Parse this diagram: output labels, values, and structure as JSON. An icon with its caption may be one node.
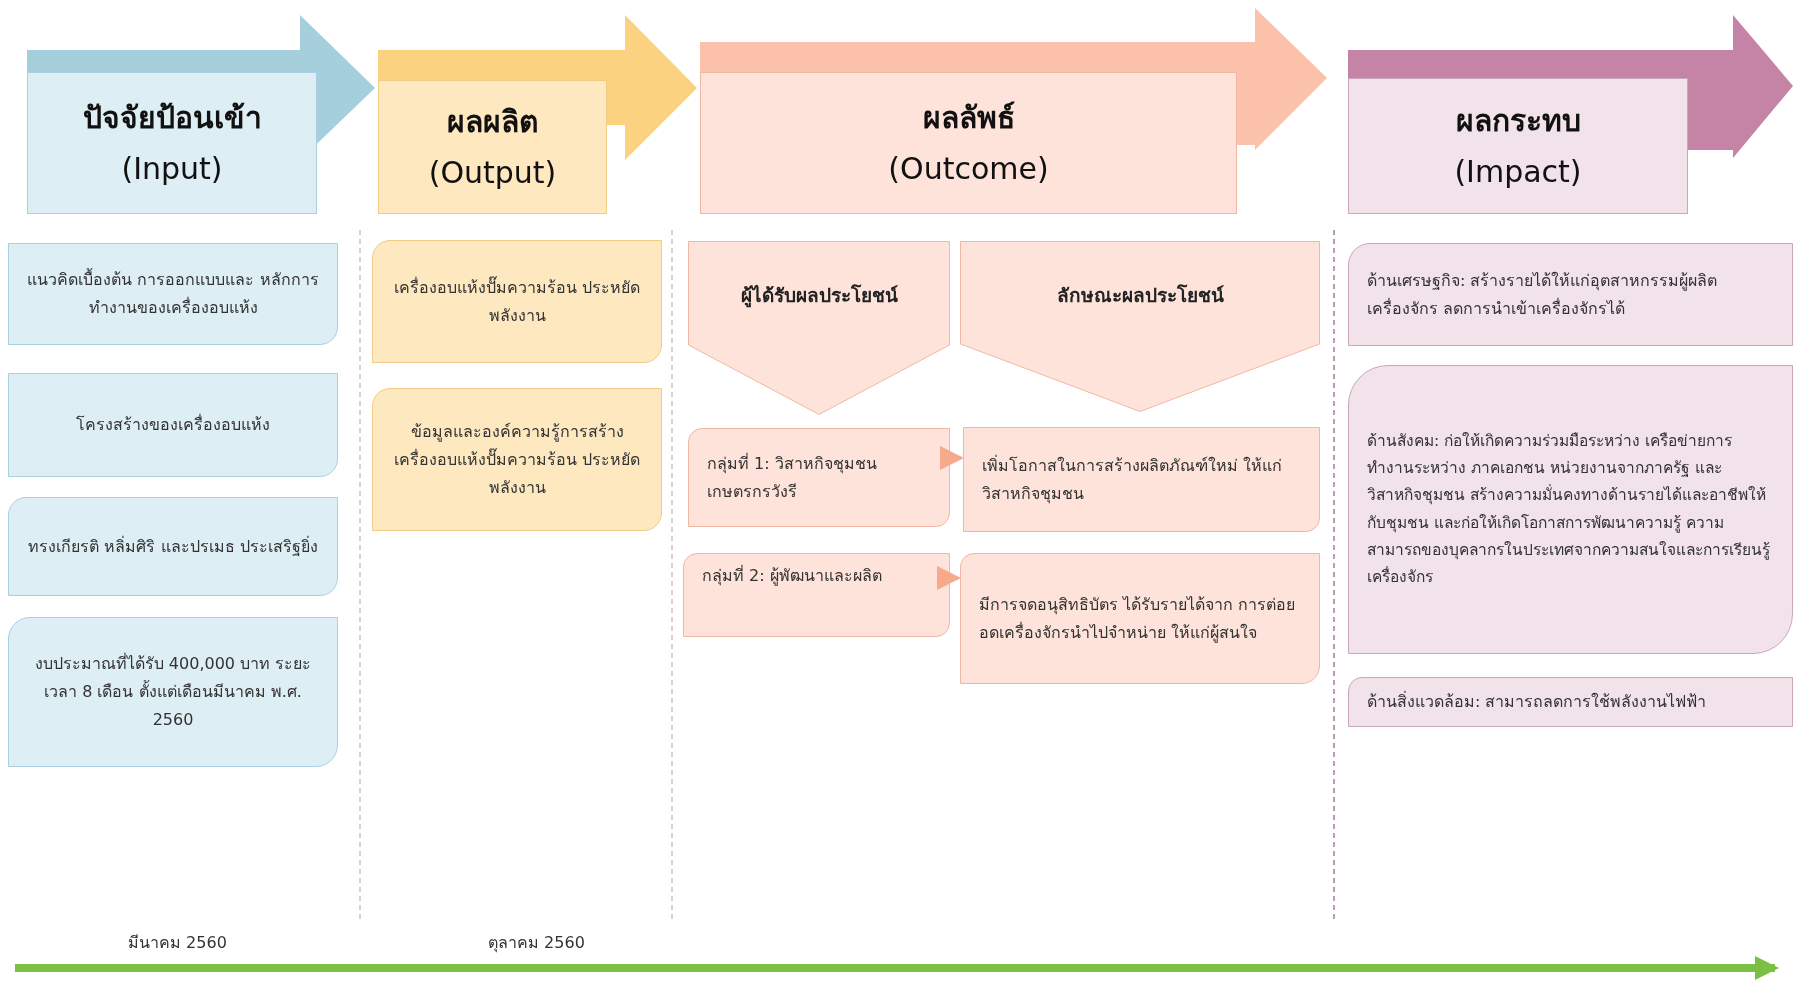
{
  "diagram": {
    "nodes": [
      {
        "text": [
          "ปัจจัยป้อนเข้า",
          "(Input)"
        ]
      },
      {
        "text": [
          "แนวคิดเบื้องต้น การออกแบบและ หลักการทำงานของเครื่องอบแห้ง"
        ]
      },
      {
        "text": [
          "โครงสร้างของเครื่องอบแห้ง"
        ]
      },
      {
        "text": [
          "ทรงเกียรติ หลิ่มศิริ และปรเมธ ประเสริฐยิ่ง"
        ]
      },
      {
        "text": [
          "งบประมาณที่ได้รับ 400,000 บาท ระยะเวลา 8 เดือน ตั้งแต่เดือนมีนาคม พ.ศ. 2560"
        ]
      },
      {
        "text": [
          "ผลผลิต",
          "(Output)"
        ]
      },
      {
        "text": [
          "เครื่องอบแห้งปั๊มความร้อน ประหยัดพลังงาน"
        ]
      },
      {
        "text": [
          "ข้อมูลและองค์ความรู้การสร้าง เครื่องอบแห้งปั๊มความร้อน ประหยัดพลังงาน"
        ]
      },
      {
        "text": [
          "ผลลัพธ์",
          "(Outcome)"
        ]
      },
      {
        "text": [
          "ผู้ได้รับผลประโยชน์"
        ]
      },
      {
        "text": [
          "ลักษณะผลประโยชน์"
        ]
      },
      {
        "text": [
          "กลุ่มที่ 1: วิสาหกิจชุมชน เกษตรกรวังรี"
        ]
      },
      {
        "text": [
          "เพิ่มโอกาสในการสร้างผลิตภัณฑ์ใหม่ ให้แก่วิสาหกิจชุมชน"
        ]
      },
      {
        "text": [
          "กลุ่มที่ 2: ผู้พัฒนาและผลิต"
        ]
      },
      {
        "text": [
          "มีการจดอนุสิทธิบัตร ได้รับรายได้จาก การต่อยอดเครื่องจักรนำไปจำหน่าย ให้แก่ผู้สนใจ"
        ]
      },
      {
        "text": [
          "ผลกระทบ",
          "(Impact)"
        ]
      },
      {
        "text": [
          "ด้านเศรษฐกิจ: สร้างรายได้ให้แก่อุตสาหกรรมผู้ผลิต เครื่องจักร ลดการนำเข้าเครื่องจักรได้"
        ]
      },
      {
        "text": [
          "ด้านสังคม: ก่อให้เกิดความร่วมมือระหว่าง เครือข่ายการทำงานระหว่าง ภาคเอกชน หน่วยงานจากภาครัฐ และวิสาหกิจชุมชน สร้างความมั่นคงทางด้านรายได้และอาชีพให้กับชุมชน และก่อให้เกิดโอกาสการพัฒนาความรู้ ความสามารถของบุคลากรในประเทศจากความสนใจและการเรียนรู้เครื่องจักร"
        ]
      },
      {
        "text": [
          "ด้านสิ่งแวดล้อม: สามารถลดการใช้พลังงานไฟฟ้า"
        ]
      }
    ],
    "edges": [
      {
        "from": 0,
        "to": 5,
        "arrow": "to"
      },
      {
        "from": 5,
        "to": 8,
        "arrow": "to"
      },
      {
        "from": 8,
        "to": 15,
        "arrow": "to"
      },
      {
        "from": 15,
        "to": null,
        "arrow": "to"
      },
      {
        "from": 11,
        "to": 12,
        "arrow": "to"
      },
      {
        "from": 13,
        "to": 14,
        "arrow": "to"
      }
    ],
    "labels": [
      "มีนาคม 2560",
      "ตุลาคม 2560"
    ]
  }
}
